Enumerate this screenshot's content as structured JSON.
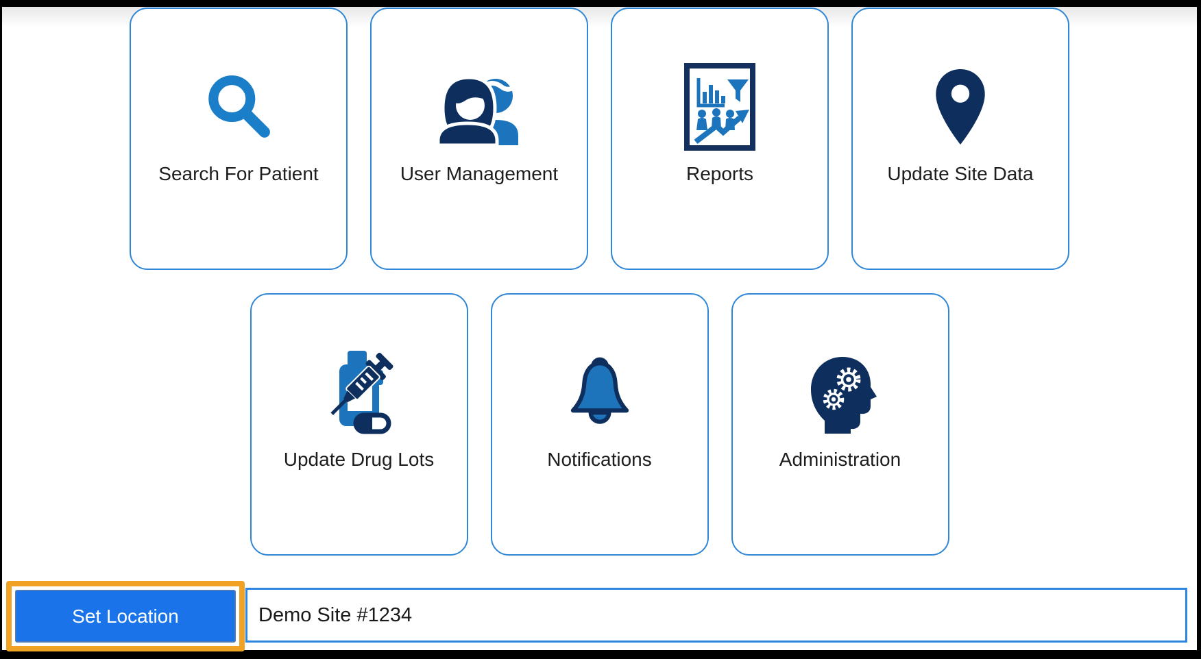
{
  "window": {
    "frame_color": "#000000",
    "background": "#ffffff"
  },
  "colors": {
    "card_border": "#2f86d6",
    "button_blue": "#1a73e8",
    "field_border": "#2e86de",
    "annotation_orange": "#f0a224",
    "icon_medium_blue": "#1c75bc",
    "icon_search_blue": "#1b7ec8",
    "icon_dark_navy": "#0e2f5e",
    "label_text": "#1d1d1f"
  },
  "tiles": [
    {
      "label": "Search For Patient",
      "icon": "search-icon"
    },
    {
      "label": "User Management",
      "icon": "users-icon"
    },
    {
      "label": "Reports",
      "icon": "reports-icon"
    },
    {
      "label": "Update Site Data",
      "icon": "map-pin-icon"
    },
    {
      "label": "Update Drug Lots",
      "icon": "syringe-bottle-icon"
    },
    {
      "label": "Notifications",
      "icon": "bell-icon"
    },
    {
      "label": "Administration",
      "icon": "head-gears-icon"
    }
  ],
  "footer": {
    "set_location_label": "Set Location",
    "location_value": "Demo Site #1234"
  }
}
